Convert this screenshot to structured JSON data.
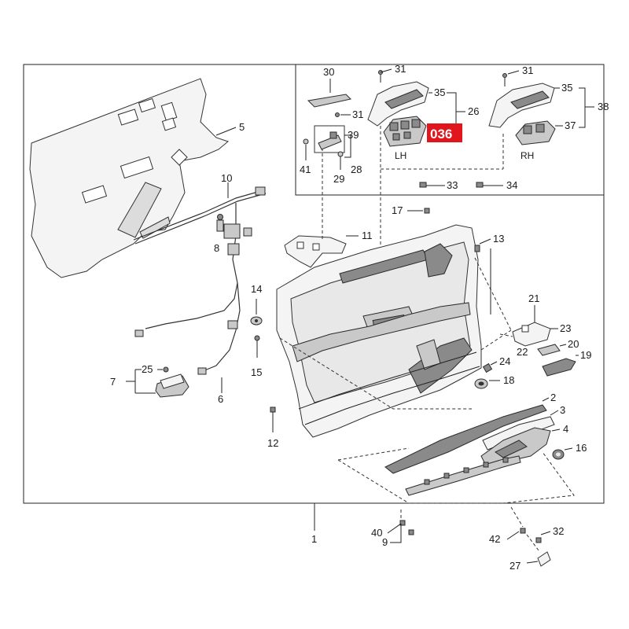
{
  "callouts": {
    "c1": "1",
    "c2": "2",
    "c3": "3",
    "c4": "4",
    "c5": "5",
    "c6": "6",
    "c7": "7",
    "c8": "8",
    "c9": "9",
    "c10": "10",
    "c11": "11",
    "c12": "12",
    "c13": "13",
    "c14": "14",
    "c15": "15",
    "c16": "16",
    "c17": "17",
    "c18": "18",
    "c19": "19",
    "c20": "20",
    "c21": "21",
    "c22": "22",
    "c23": "23",
    "c24": "24",
    "c25": "25",
    "c26": "26",
    "c27": "27",
    "c28": "28",
    "c29": "29",
    "c30": "30",
    "c31a": "31",
    "c31b": "31",
    "c31c": "31",
    "c32": "32",
    "c33": "33",
    "c34": "34",
    "c35a": "35",
    "c35b": "35",
    "c37": "37",
    "c38": "38",
    "c39": "39",
    "c40": "40",
    "c41": "41",
    "c42": "42"
  },
  "side_labels": {
    "left": "LH",
    "right": "RH"
  },
  "highlight": {
    "label": "036",
    "color": "#e0161c"
  }
}
